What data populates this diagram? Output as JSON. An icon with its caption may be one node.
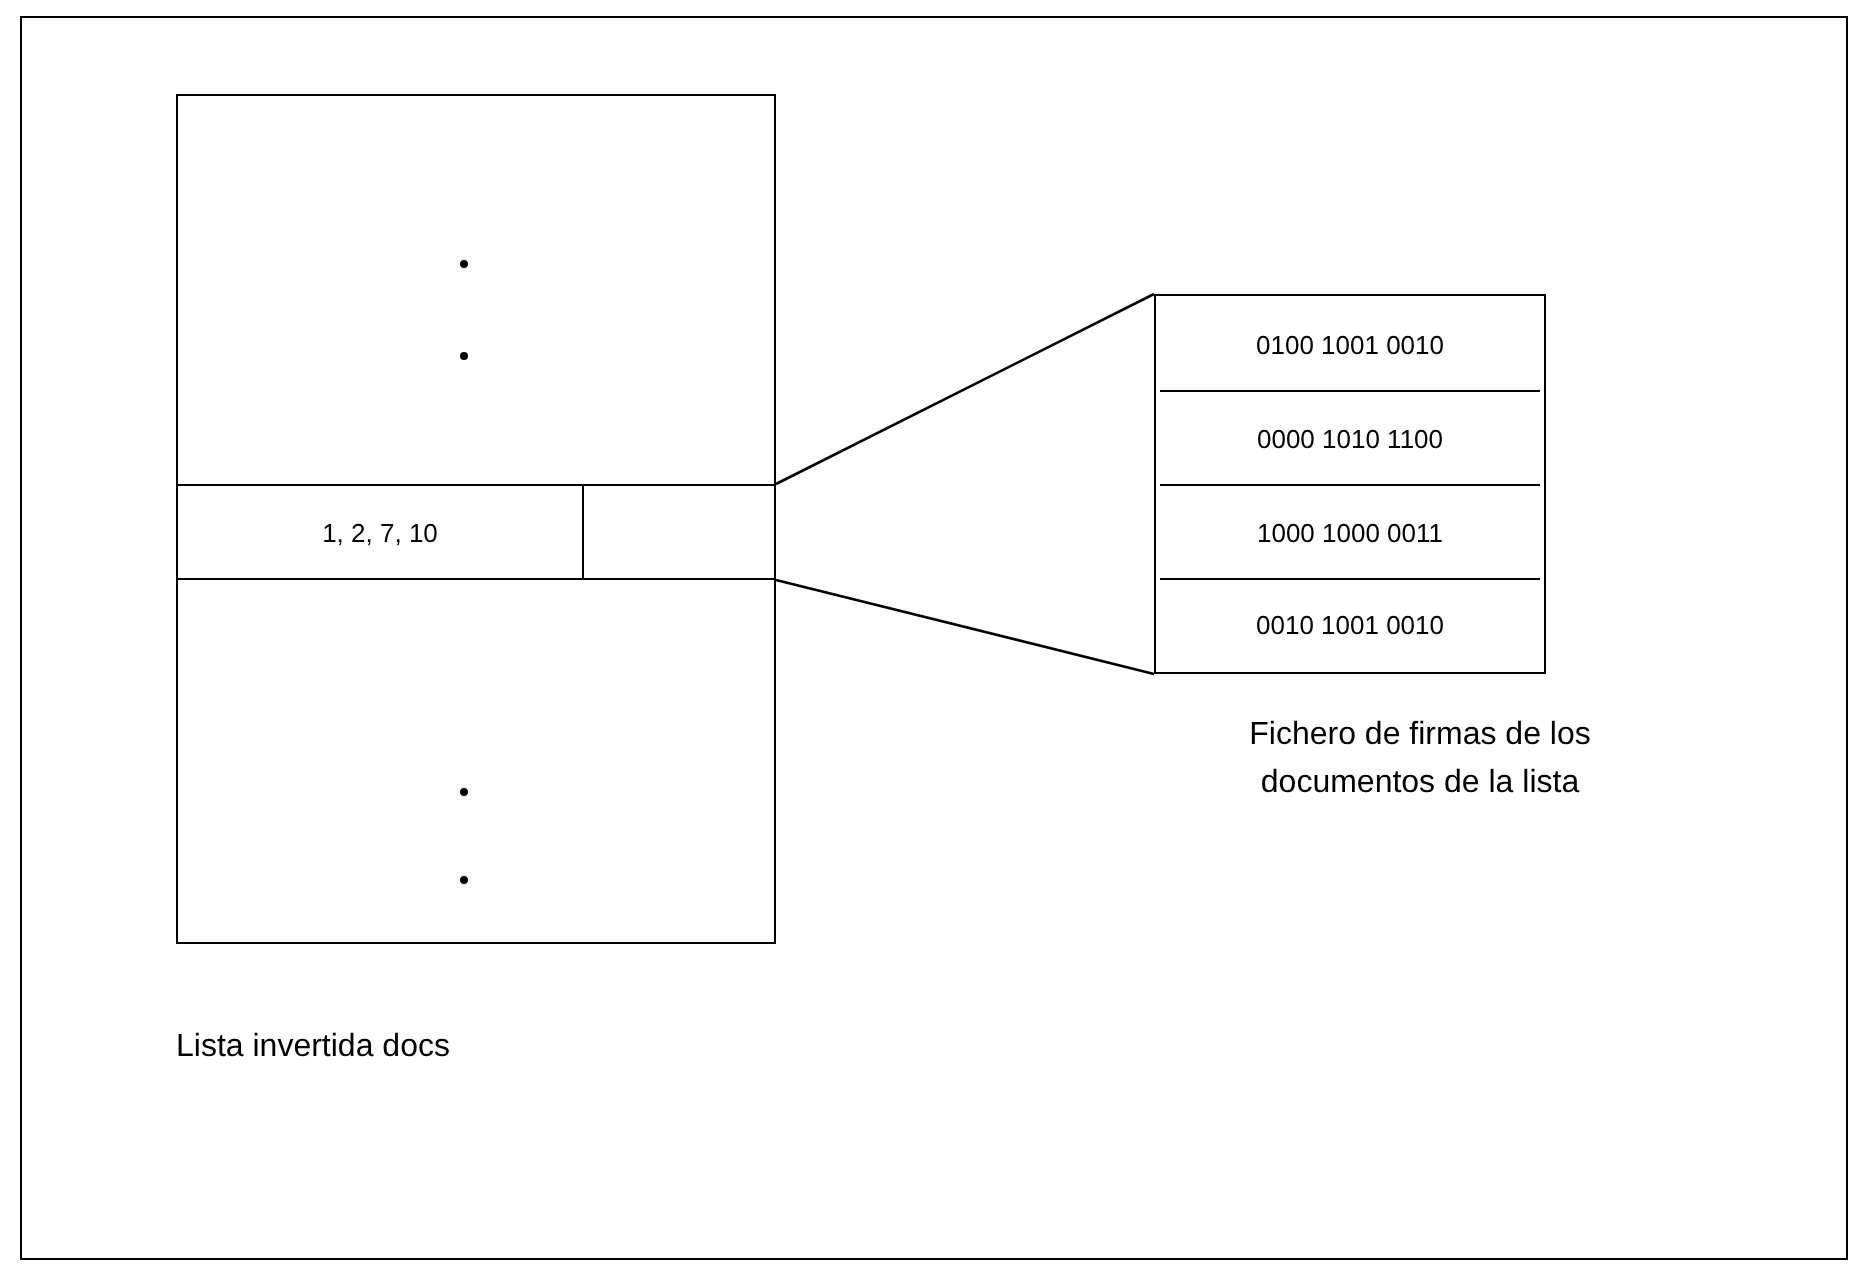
{
  "diagram": {
    "nodes": [
      {
        "text": [
          "Lista invertida docs"
        ]
      },
      {
        "text": [
          "1, 2, 7, 10"
        ],
        "in": 0
      },
      {
        "text": [],
        "shape": "box",
        "in": 0
      },
      {
        "text": [
          "Fichero de firmas de los documentos de la lista"
        ]
      },
      {
        "text": [
          "0100 1001 0010"
        ],
        "in": 3
      },
      {
        "text": [
          "0000 1010 1100"
        ],
        "in": 3
      },
      {
        "text": [
          "1000 1000 0011"
        ],
        "in": 3
      },
      {
        "text": [
          "0010 1001 0010"
        ],
        "in": 3
      }
    ],
    "edges": [
      {
        "from": 2,
        "to": 3,
        "arrow": "none"
      },
      {
        "from": 2,
        "to": 3,
        "arrow": "none"
      }
    ]
  }
}
